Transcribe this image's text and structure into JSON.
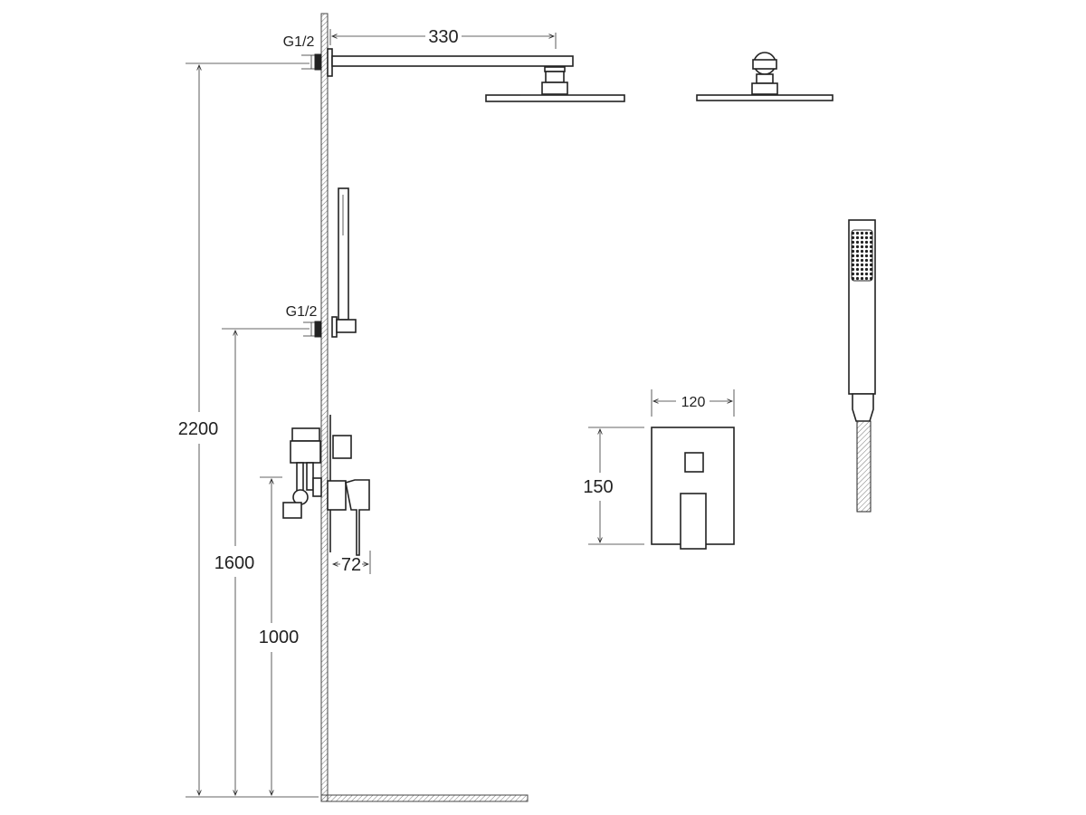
{
  "drawing": {
    "dimensions": {
      "total_height": "2200",
      "hand_shower_height": "1600",
      "mixer_height": "1000",
      "arm_length": "330",
      "mixer_depth": "72",
      "plate_width": "120",
      "plate_height": "150"
    },
    "connections": {
      "top_inlet": "G1/2",
      "hand_inlet": "G1/2"
    }
  }
}
